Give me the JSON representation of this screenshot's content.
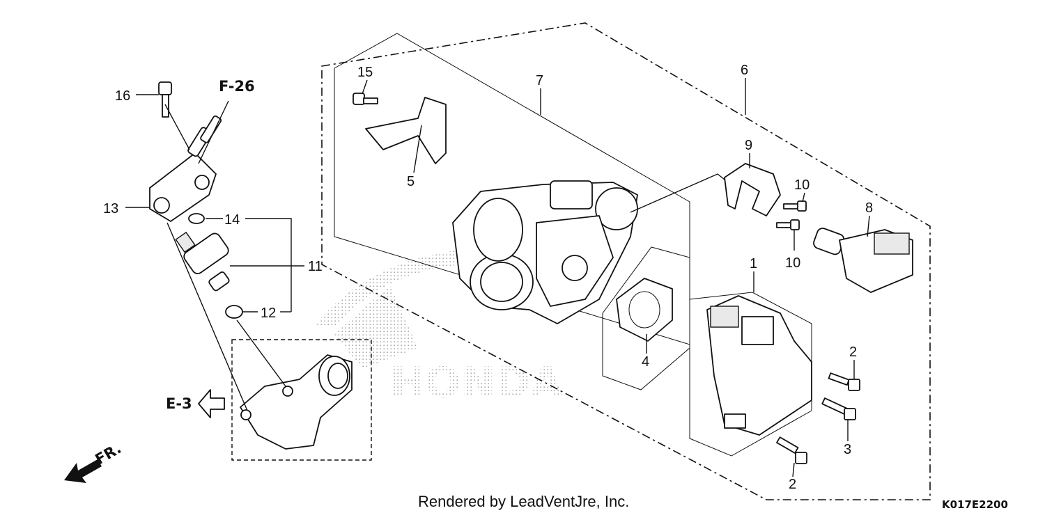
{
  "diagram": {
    "callouts": [
      {
        "id": "c1",
        "label": "1"
      },
      {
        "id": "c2a",
        "label": "2"
      },
      {
        "id": "c2b",
        "label": "2"
      },
      {
        "id": "c3",
        "label": "3"
      },
      {
        "id": "c4",
        "label": "4"
      },
      {
        "id": "c5",
        "label": "5"
      },
      {
        "id": "c6",
        "label": "6"
      },
      {
        "id": "c7",
        "label": "7"
      },
      {
        "id": "c8",
        "label": "8"
      },
      {
        "id": "c9",
        "label": "9"
      },
      {
        "id": "c10a",
        "label": "10"
      },
      {
        "id": "c10b",
        "label": "10"
      },
      {
        "id": "c11",
        "label": "11"
      },
      {
        "id": "c12",
        "label": "12"
      },
      {
        "id": "c13",
        "label": "13"
      },
      {
        "id": "c14",
        "label": "14"
      },
      {
        "id": "c15",
        "label": "15"
      },
      {
        "id": "c16",
        "label": "16"
      }
    ],
    "refs": {
      "f26": "F-26",
      "e3": "E-3",
      "fr": "FR."
    },
    "watermark": "HONDA",
    "footer": "Rendered by LeadVentJre, Inc.",
    "code": "K017E2200"
  }
}
